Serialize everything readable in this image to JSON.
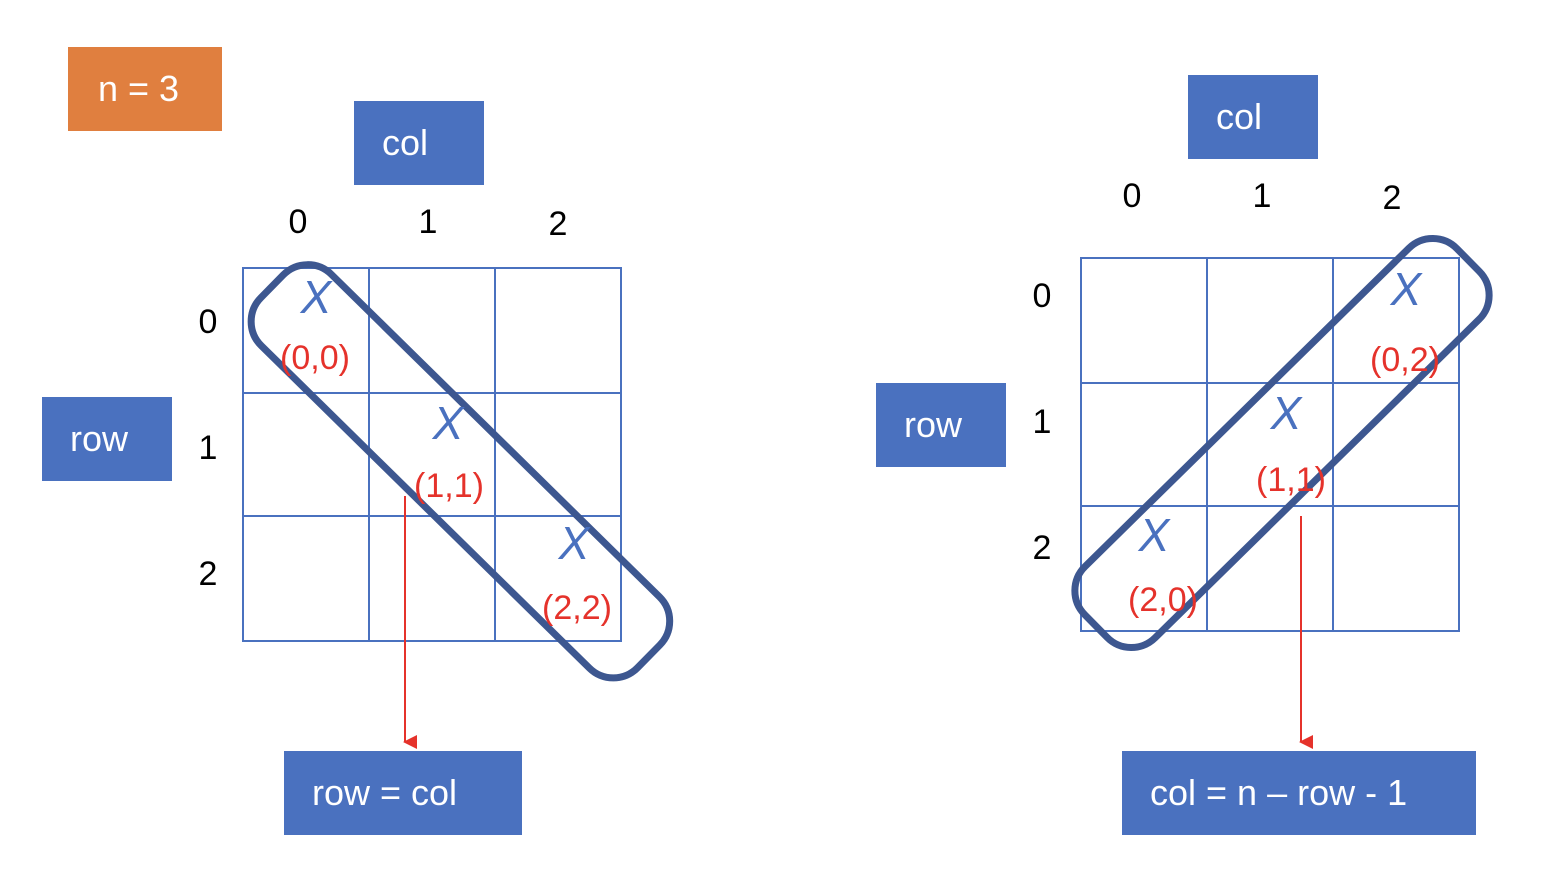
{
  "n_label": "n = 3",
  "colors": {
    "box_blue": "#4a71bf",
    "box_orange": "#e07f3f",
    "grid": "#4a71bf",
    "frame": "#3d5790",
    "mark": "#4a71bf",
    "coord": "#e5322b",
    "arrow": "#e5322b"
  },
  "left": {
    "col_label": "col",
    "row_label": "row",
    "col_indices": [
      "0",
      "1",
      "2"
    ],
    "row_indices": [
      "0",
      "1",
      "2"
    ],
    "marks": [
      {
        "symbol": "X",
        "coord": "(0,0)"
      },
      {
        "symbol": "X",
        "coord": "(1,1)"
      },
      {
        "symbol": "X",
        "coord": "(2,2)"
      }
    ],
    "formula": "row = col"
  },
  "right": {
    "col_label": "col",
    "row_label": "row",
    "col_indices": [
      "0",
      "1",
      "2"
    ],
    "row_indices": [
      "0",
      "1",
      "2"
    ],
    "marks": [
      {
        "symbol": "X",
        "coord": "(0,2)"
      },
      {
        "symbol": "X",
        "coord": "(1,1)"
      },
      {
        "symbol": "X",
        "coord": "(2,0)"
      }
    ],
    "formula": "col = n – row - 1"
  }
}
